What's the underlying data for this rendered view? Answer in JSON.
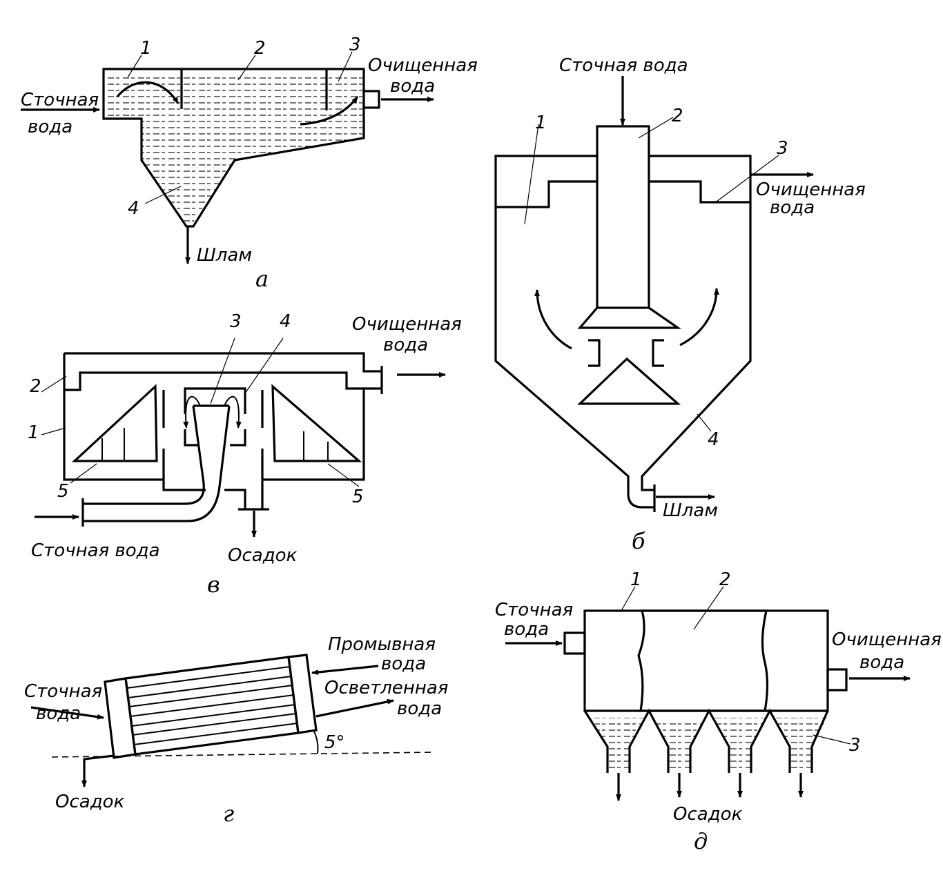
{
  "panel_a": {
    "caption": "а",
    "inlet": [
      "Сточная",
      "вода"
    ],
    "outlet": [
      "Очищенная",
      "вода"
    ],
    "sludge": "Шлам",
    "callouts": [
      "1",
      "2",
      "3",
      "4"
    ]
  },
  "panel_b": {
    "caption": "б",
    "inlet": "Сточная вода",
    "outlet": [
      "Очищенная",
      "вода"
    ],
    "sludge": "Шлам",
    "callouts": [
      "1",
      "2",
      "3",
      "4"
    ]
  },
  "panel_v": {
    "caption": "в",
    "inlet": "Сточная вода",
    "outlet": [
      "Очищенная",
      "вода"
    ],
    "sediment": "Осадок",
    "callouts": [
      "1",
      "2",
      "3",
      "4",
      "5",
      "5"
    ]
  },
  "panel_g": {
    "caption": "г",
    "inlet": [
      "Сточная",
      "вода"
    ],
    "wash": [
      "Промывная",
      "вода"
    ],
    "clarified": [
      "Осветленная",
      "вода"
    ],
    "sediment": "Осадок",
    "angle": "5°"
  },
  "panel_d": {
    "caption": "д",
    "inlet": [
      "Сточная",
      "вода"
    ],
    "outlet": [
      "Очищенная",
      "вода"
    ],
    "sediment": "Осадок",
    "callouts": [
      "1",
      "2",
      "3"
    ]
  }
}
